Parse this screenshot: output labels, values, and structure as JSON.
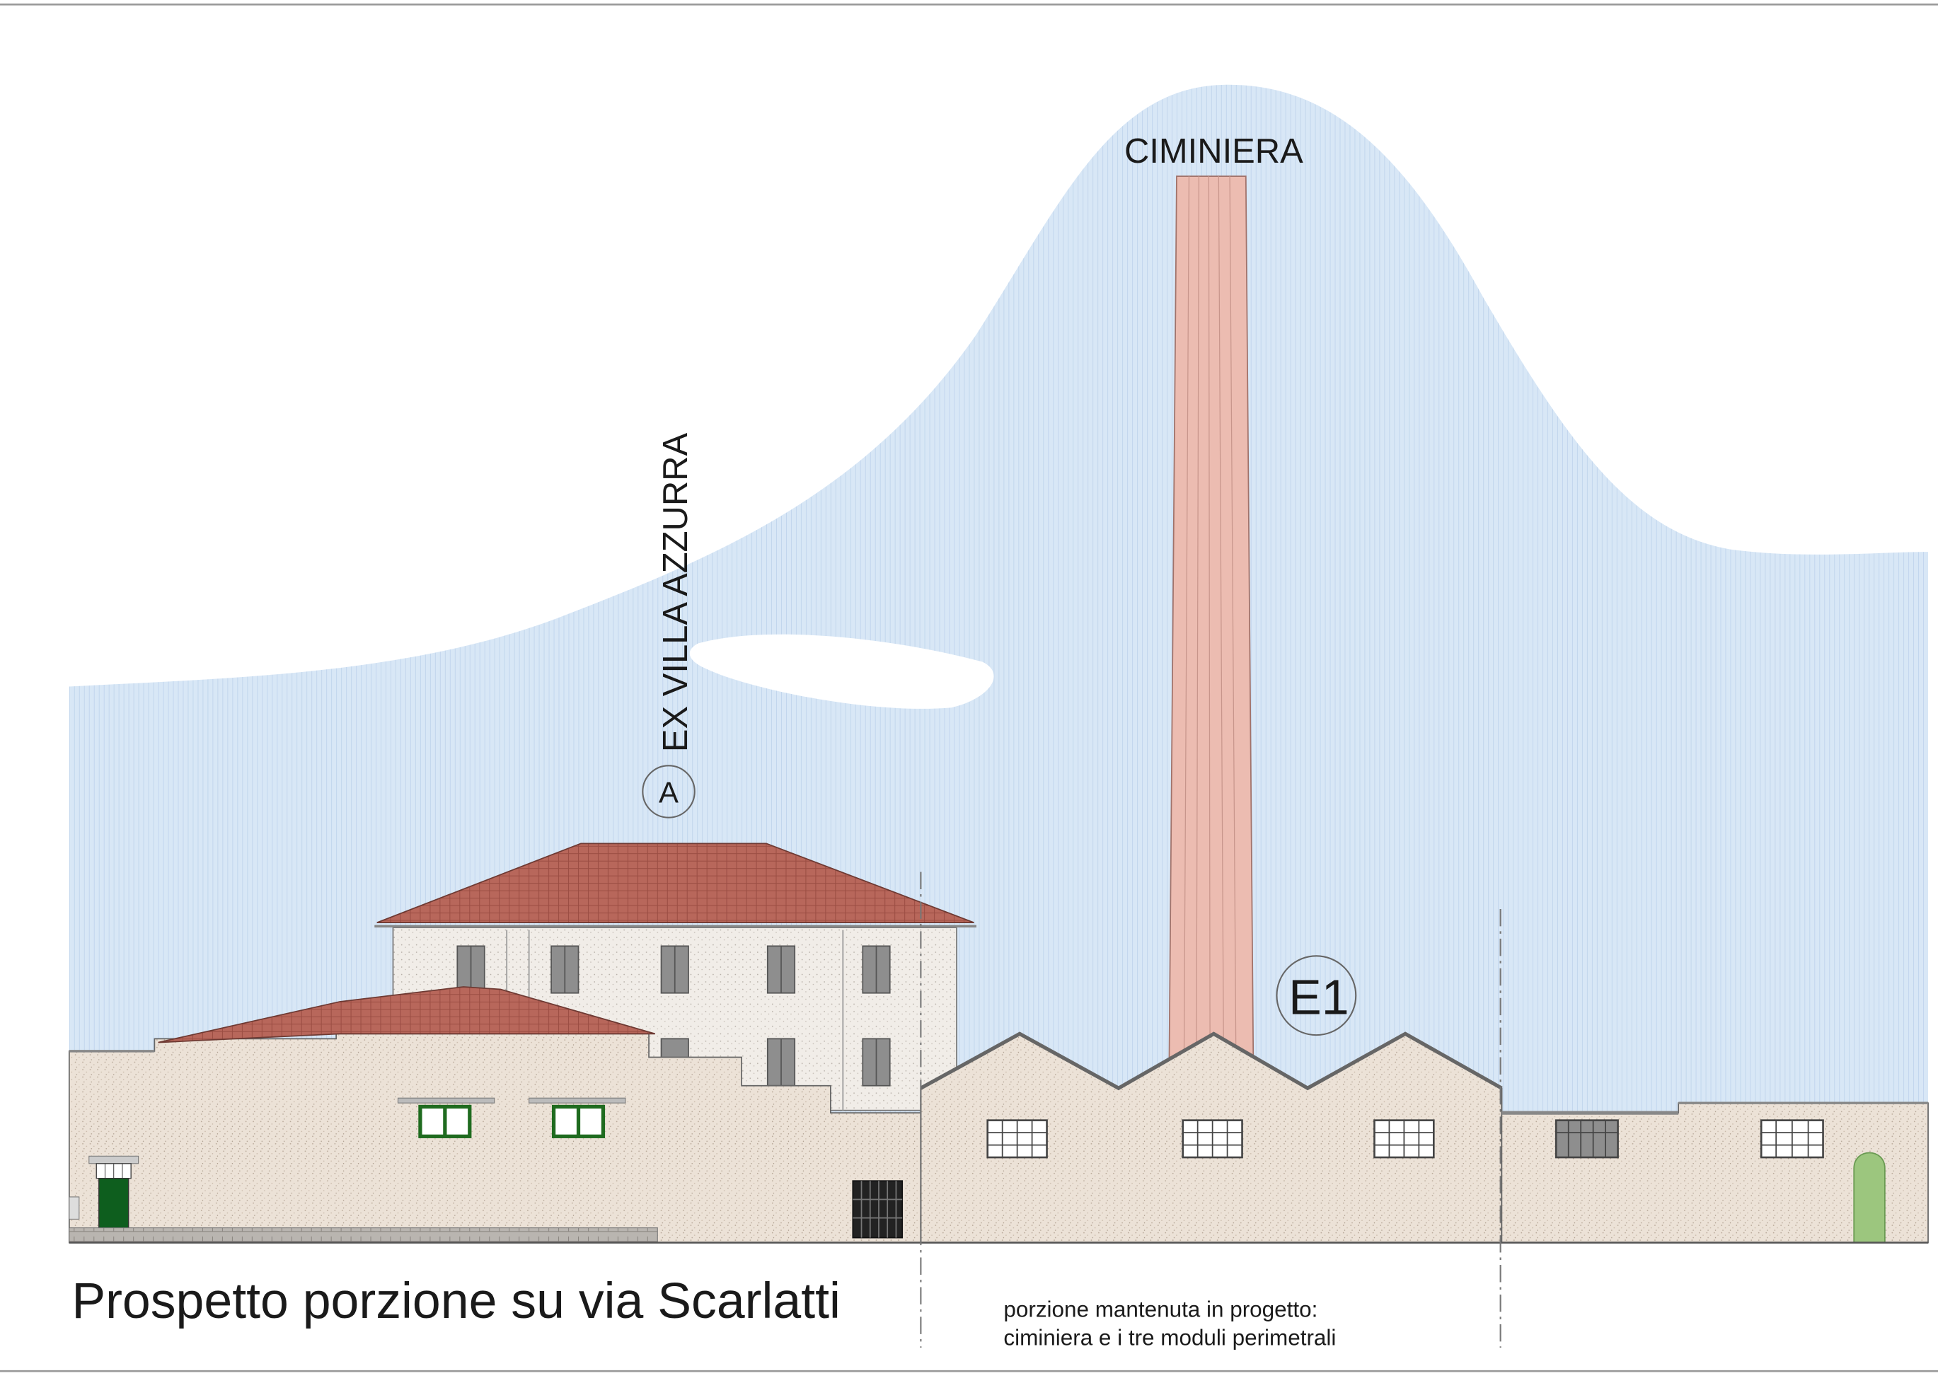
{
  "labels": {
    "chimney": "CIMINIERA",
    "villa": "EX VILLA AZZURRA",
    "villa_marker": "A",
    "building_marker": "E1"
  },
  "caption": {
    "title": "Prospetto porzione su via Scarlatti",
    "note_line1": "porzione mantenuta in progetto:",
    "note_line2": "ciminiera e i tre moduli perimetrali"
  },
  "colors": {
    "sky": "#d6e6f5",
    "sky_hatch": "#bcd3ec",
    "chimney": "#ecbcb1",
    "chimney_line": "#a0726a",
    "wall": "#ede3d8",
    "wall_light": "#f2eeea",
    "roof": "#b05d52",
    "window_frame": "#1f6b1f",
    "door": "#0e5e1e",
    "window_grey": "#8e8e8e",
    "outline": "#555555",
    "shrub": "#9cc67e"
  }
}
